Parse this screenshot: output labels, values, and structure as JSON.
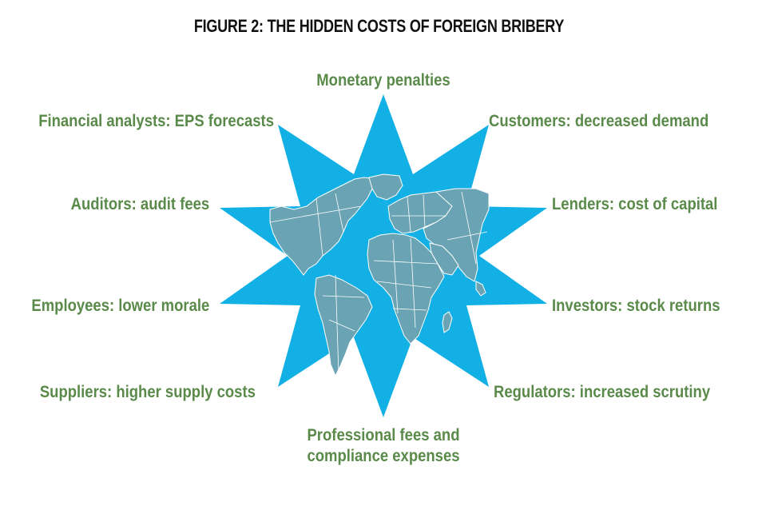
{
  "title": "FIGURE 2: THE HIDDEN COSTS OF FOREIGN BRIBERY",
  "colors": {
    "star": "#13b0e6",
    "map": "#6aa3b3",
    "map_border": "#ffffff",
    "label": "#5a8a4a",
    "title": "#111111"
  },
  "center_graphic": "world-map-icon",
  "labels": {
    "top": "Monetary penalties",
    "top_left": "Financial analysts: EPS forecasts",
    "top_right": "Customers: decreased demand",
    "upper_left": "Auditors: audit fees",
    "upper_right": "Lenders: cost of capital",
    "lower_left": "Employees: lower morale",
    "lower_right": "Investors: stock returns",
    "bottom_left": "Suppliers: higher supply costs",
    "bottom_right": "Regulators: increased scrutiny",
    "bottom_line1": "Professional fees and",
    "bottom_line2": "compliance expenses"
  }
}
